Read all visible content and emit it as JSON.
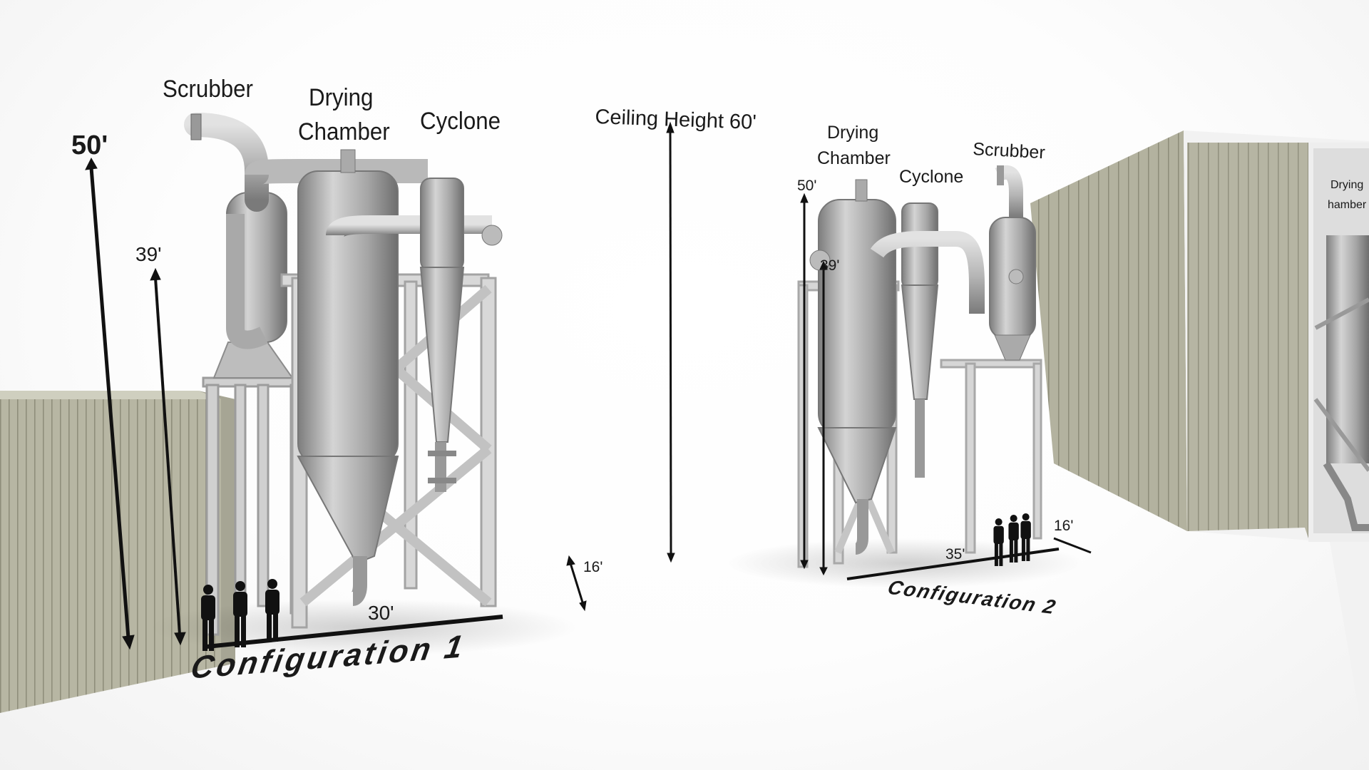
{
  "config1": {
    "title": "Configuration 1",
    "labels": {
      "scrubber": "Scrubber",
      "drying_chamber_line1": "Drying",
      "drying_chamber_line2": "Chamber",
      "cyclone": "Cyclone"
    },
    "dims": {
      "height_total": "50'",
      "height_frame": "39'",
      "width": "30'",
      "depth": "16'"
    }
  },
  "ceiling": {
    "label": "Ceiling Height 60'"
  },
  "config2": {
    "title": "Configuration 2",
    "labels": {
      "drying_chamber_line1": "Drying",
      "drying_chamber_line2": "Chamber",
      "cyclone": "Cyclone",
      "scrubber": "Scrubber"
    },
    "dims": {
      "height_total": "50'",
      "height_frame": "39'",
      "width": "35'",
      "depth": "16'"
    }
  },
  "config3_partial": {
    "label_line1": "Drying",
    "label_line2": "hamber"
  },
  "colors": {
    "building_wall": "#b9b8a6",
    "building_top": "#cfcfbf",
    "equipment": "#a9a9a9",
    "frame": "#c9c9c9",
    "dimension_line": "#111111"
  }
}
